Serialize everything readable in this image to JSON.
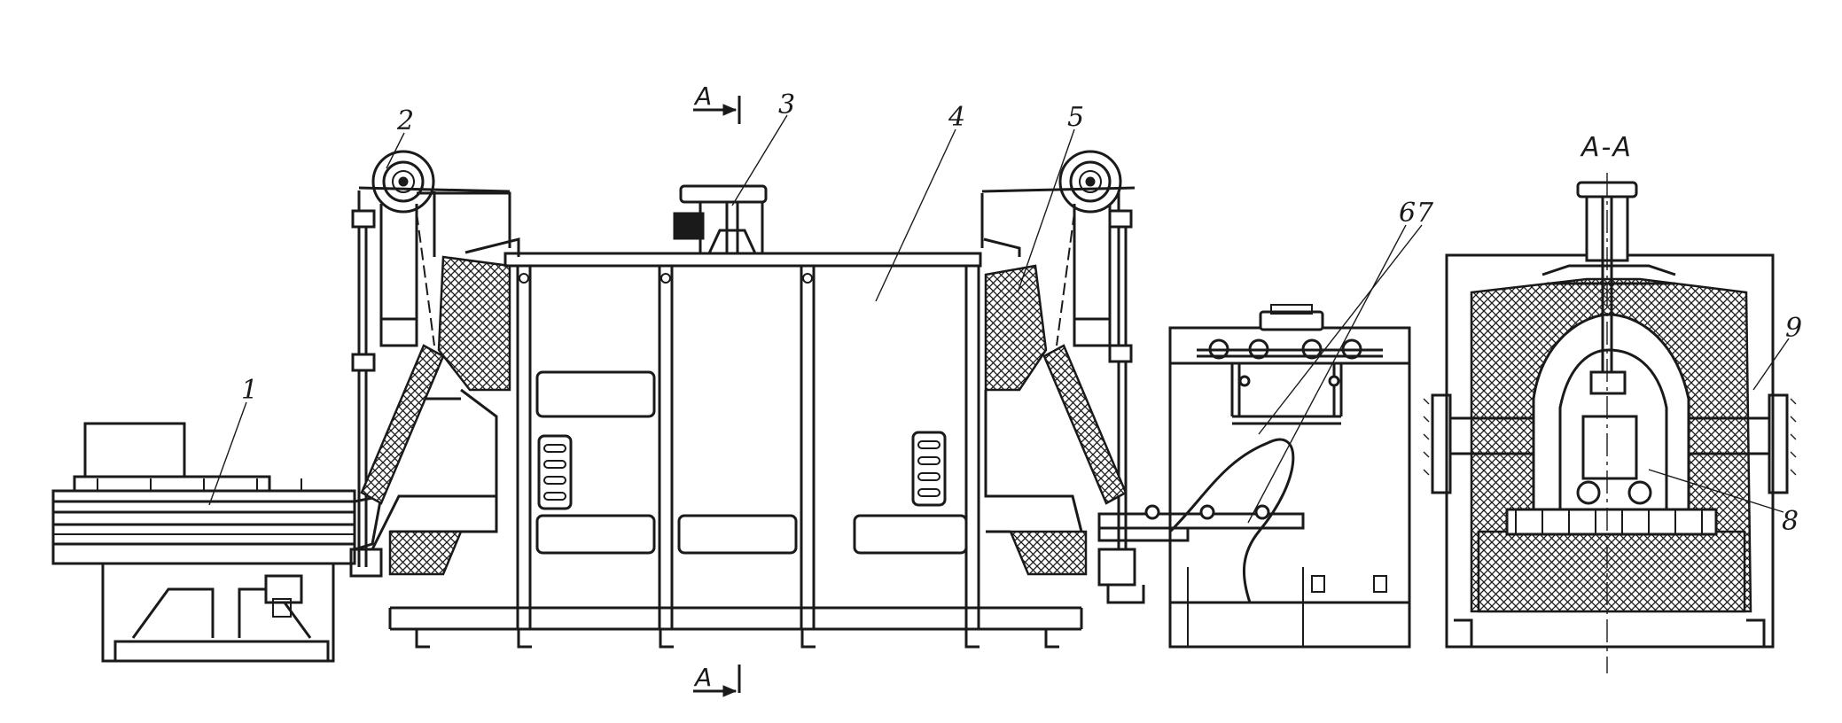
{
  "callouts": {
    "c1": "1",
    "c2": "2",
    "c3": "3",
    "c4": "4",
    "c5": "5",
    "c6": "6",
    "c7": "7",
    "c8": "8",
    "c9": "9"
  },
  "section": {
    "marker_top": "A",
    "marker_bottom": "A",
    "title": "A-A"
  }
}
